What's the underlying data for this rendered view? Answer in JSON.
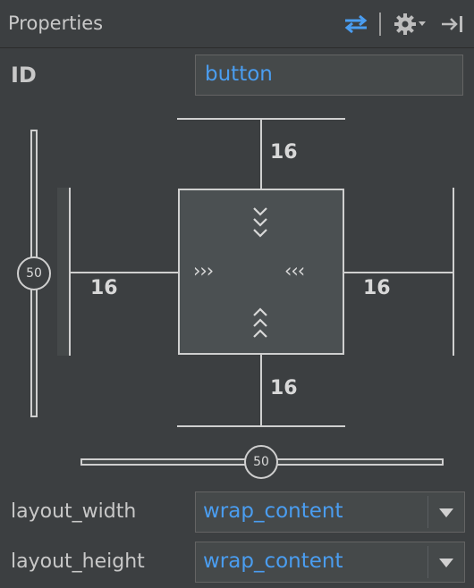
{
  "header": {
    "title": "Properties"
  },
  "id_row": {
    "label": "ID",
    "value": "button"
  },
  "constraints": {
    "top_margin": "16",
    "bottom_margin": "16",
    "left_margin": "16",
    "right_margin": "16",
    "vertical_bias": "50",
    "horizontal_bias": "50",
    "horizontal_chevrons_left": "›››",
    "horizontal_chevrons_right": "‹‹‹"
  },
  "layout_width": {
    "label": "layout_width",
    "value": "wrap_content"
  },
  "layout_height": {
    "label": "layout_height",
    "value": "wrap_content"
  },
  "colors": {
    "accent": "#4a9df0",
    "background": "#3c3f41"
  },
  "icons": [
    "swap-arrows-icon",
    "gear-icon",
    "pin-right-icon",
    "chevron-down-icon"
  ]
}
